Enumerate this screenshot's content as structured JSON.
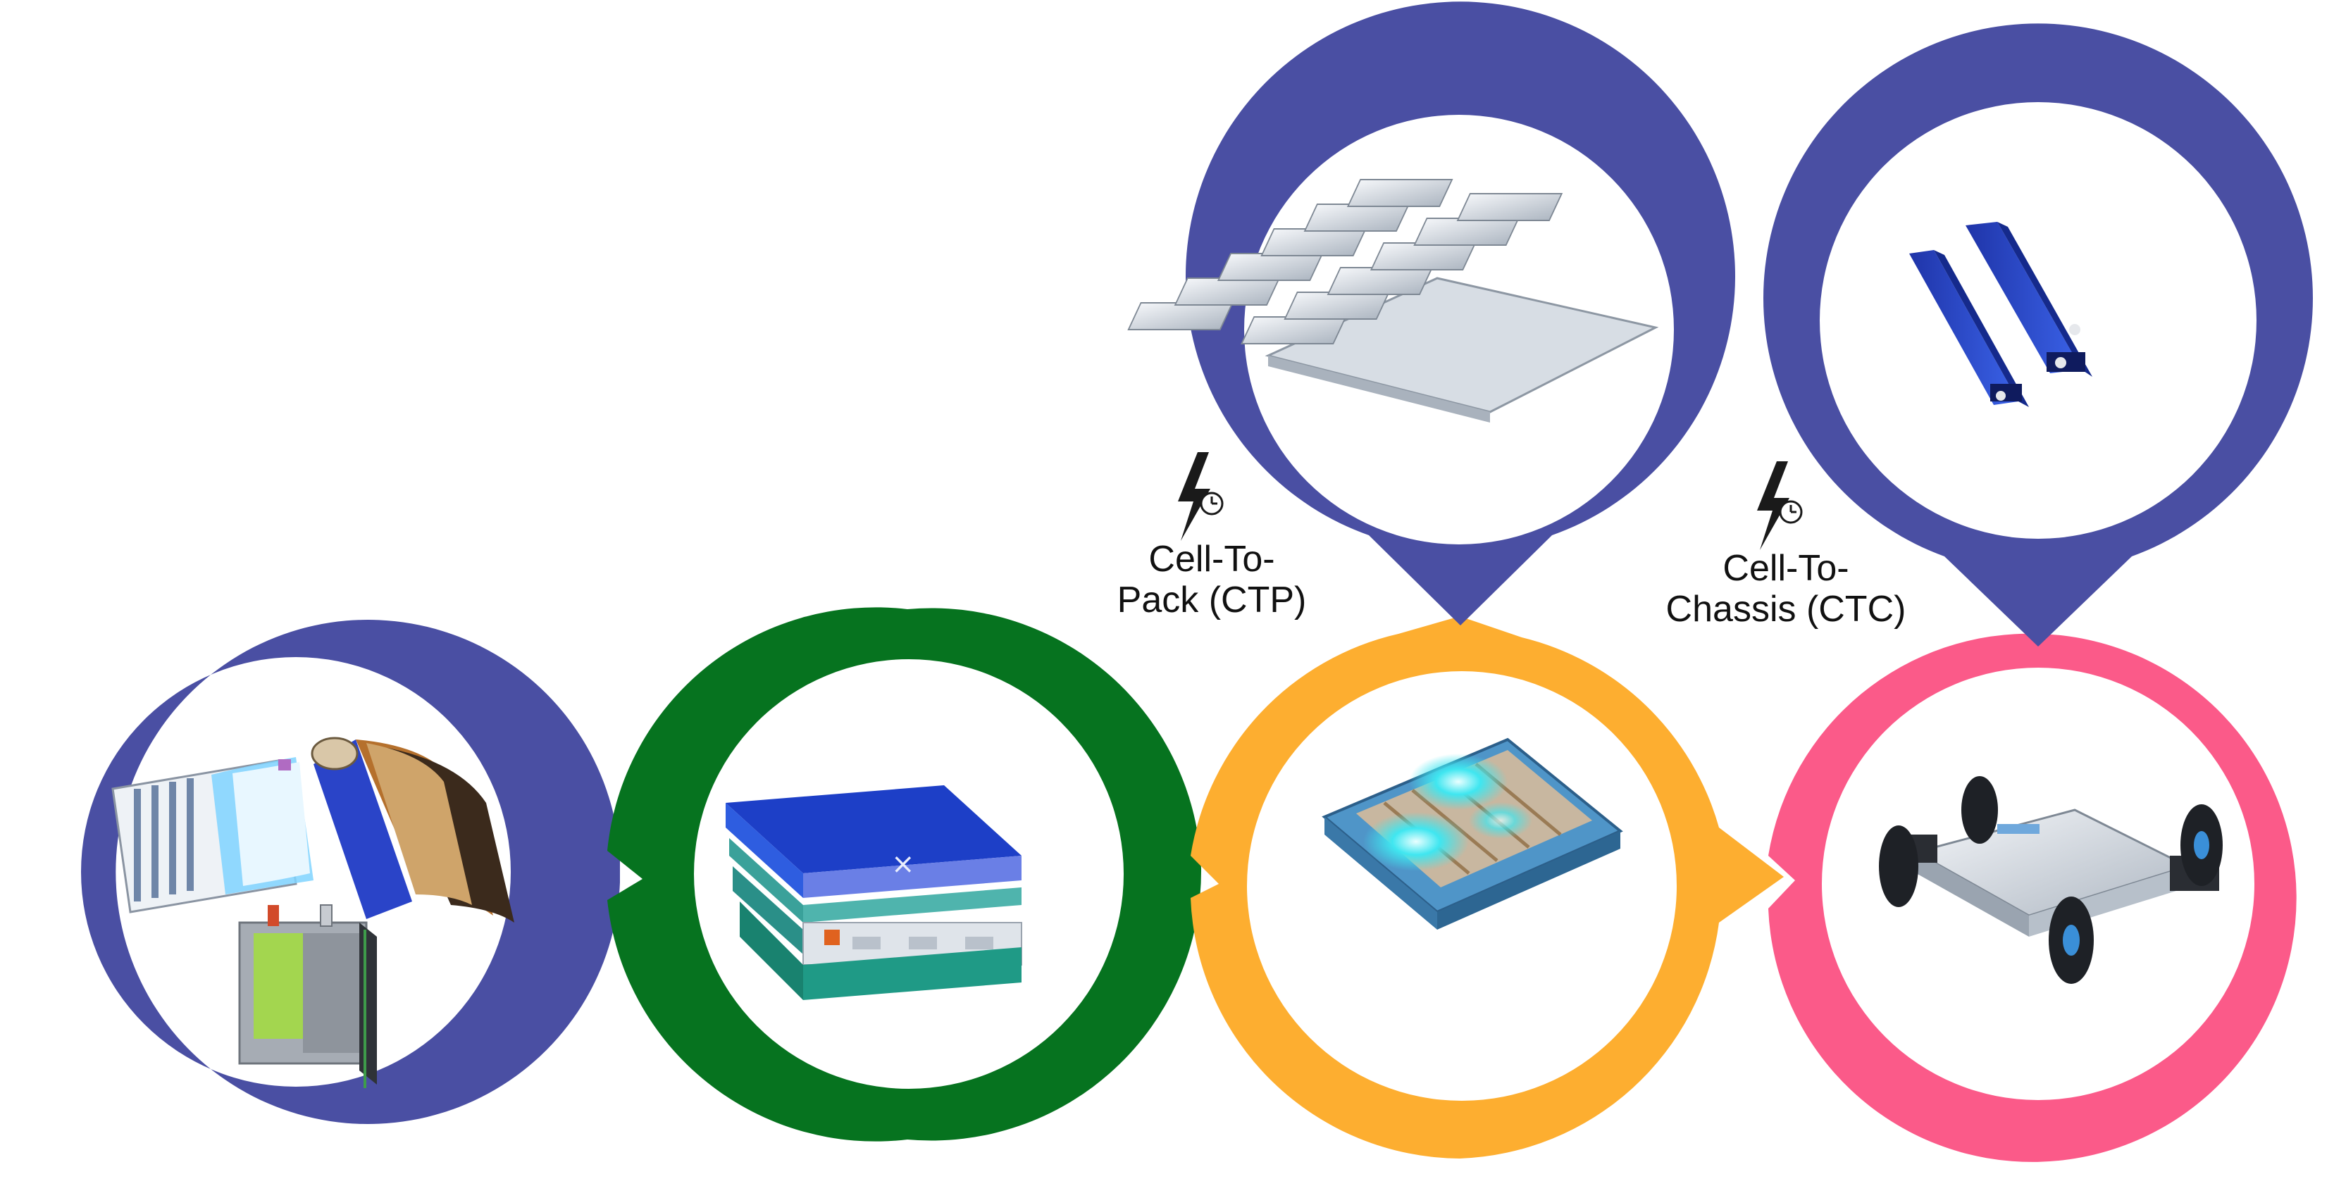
{
  "colors": {
    "ring_blue": "#4a4fa3",
    "ring_green": "#06731f",
    "ring_orange": "#fdae30",
    "ring_pink": "#fb5a89",
    "cell_blue": "#2f4fd0",
    "cell_silver": "#cfd6de",
    "glow": "#3fe6f0"
  },
  "nodes": [
    {
      "id": "cell",
      "ring": "blue",
      "icon": "battery-cell-types-icon"
    },
    {
      "id": "module",
      "ring": "green",
      "icon": "battery-module-icon"
    },
    {
      "id": "pack",
      "ring": "orange",
      "icon": "battery-pack-icon"
    },
    {
      "id": "chassis",
      "ring": "pink",
      "icon": "ev-skateboard-chassis-icon"
    },
    {
      "id": "ctp-inset",
      "ring": "blue",
      "icon": "prismatic-cell-array-icon"
    },
    {
      "id": "ctc-inset",
      "ring": "blue",
      "icon": "blade-cells-icon"
    }
  ],
  "transitions": {
    "ctp": {
      "icon": "fast-charging-bolt-icon",
      "line1": "Cell-To-",
      "line2": "Pack (CTP)"
    },
    "ctc": {
      "icon": "fast-charging-bolt-icon",
      "line1": "Cell-To-",
      "line2": "Chassis (CTC)"
    }
  }
}
